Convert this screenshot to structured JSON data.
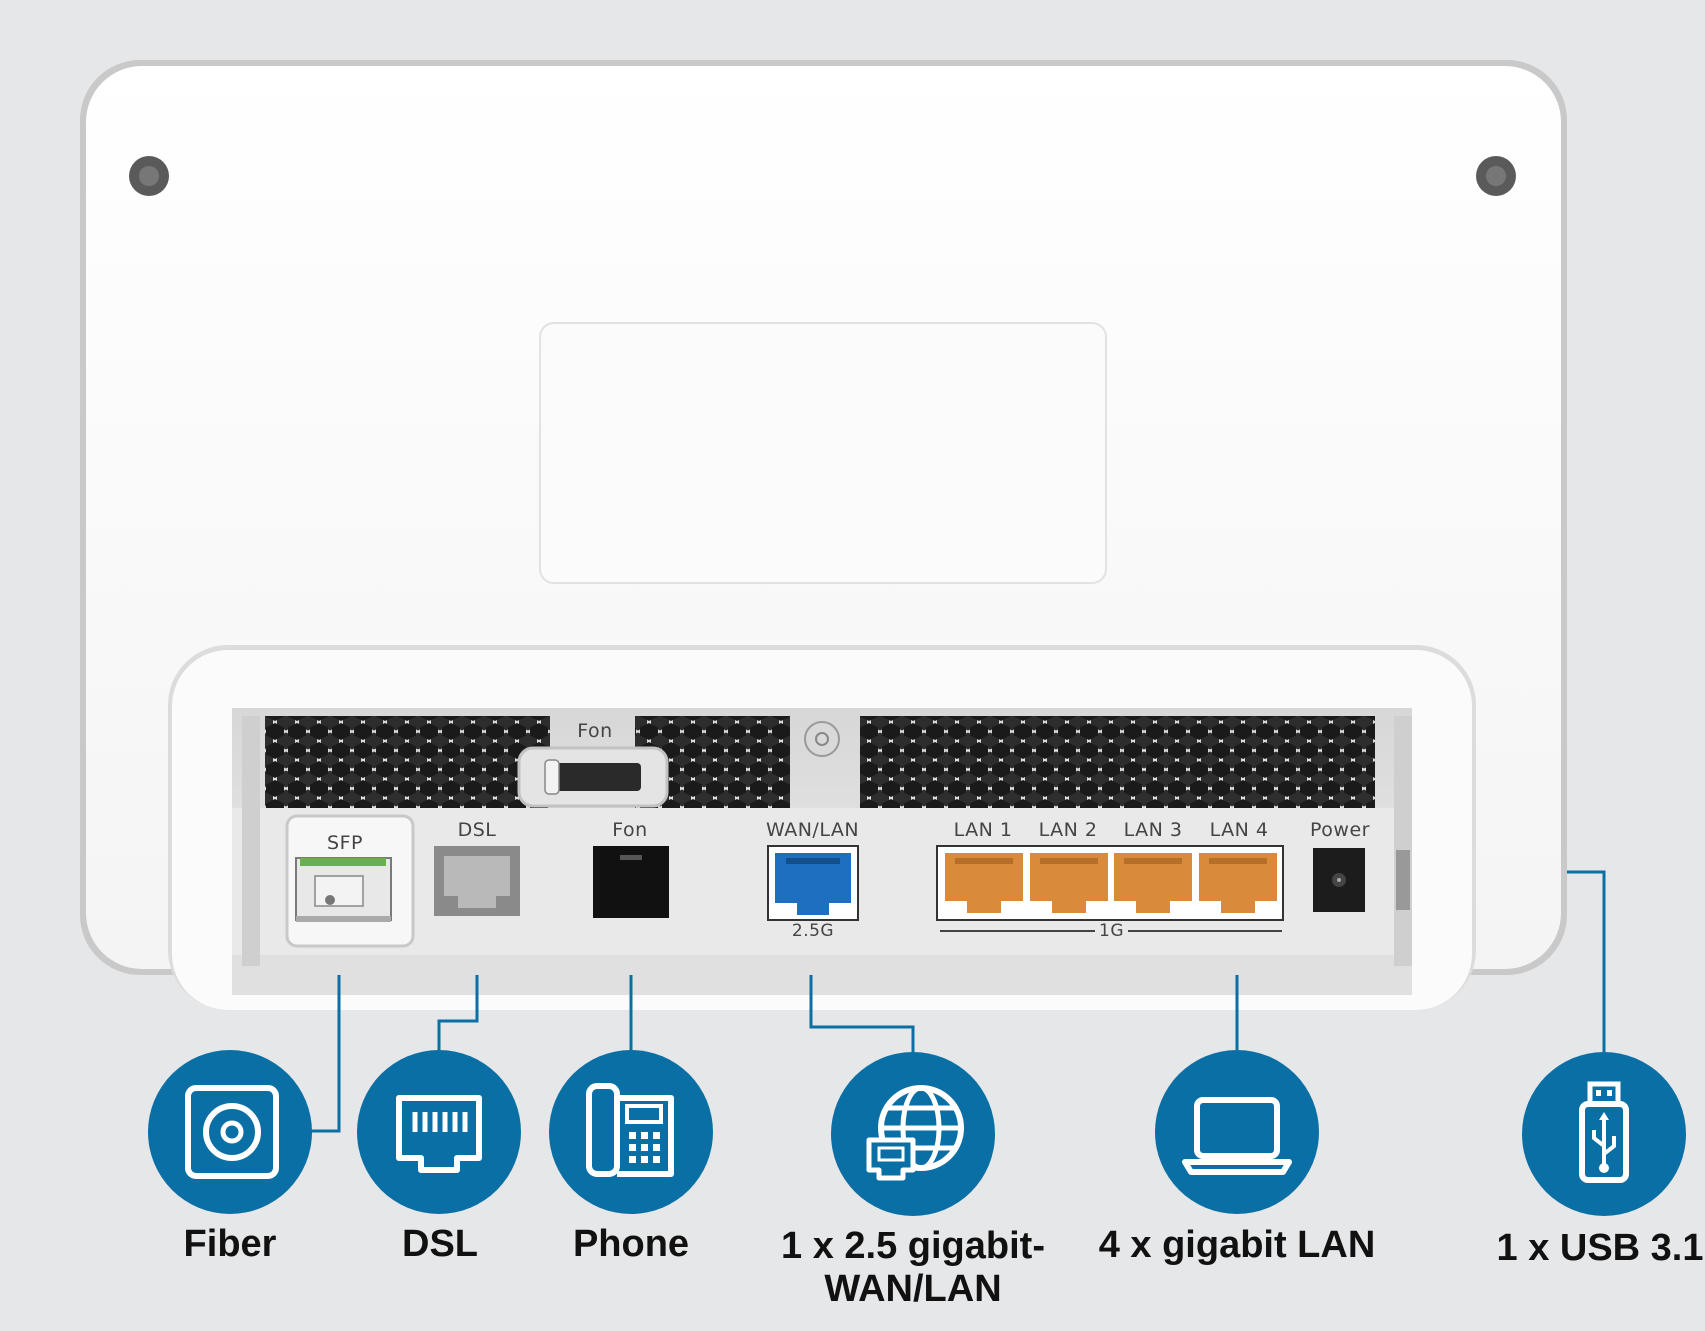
{
  "port_labels": {
    "fon_top": "Fon",
    "sfp": "SFP",
    "dsl": "DSL",
    "fon": "Fon",
    "wan_lan": "WAN/LAN",
    "wan_speed": "2.5G",
    "lan1": "LAN 1",
    "lan2": "LAN 2",
    "lan3": "LAN 3",
    "lan4": "LAN 4",
    "lan_speed": "1G",
    "power": "Power"
  },
  "features": [
    {
      "label": "Fiber",
      "icon": "fiber-optic-icon"
    },
    {
      "label": "DSL",
      "icon": "ethernet-port-icon"
    },
    {
      "label": "Phone",
      "icon": "desk-phone-icon"
    },
    {
      "label_line1": "1 x 2.5 gigabit-",
      "label_line2": "WAN/LAN",
      "icon": "globe-network-icon"
    },
    {
      "label": "4 x gigabit LAN",
      "icon": "laptop-icon"
    },
    {
      "label": "1 x USB 3.1",
      "icon": "usb-stick-icon"
    }
  ],
  "colors": {
    "background": "#e6e7e8",
    "router_white": "#ffffff",
    "accent_blue": "#0a6fa4",
    "lan_orange": "#d98a3a",
    "wan_blue": "#1e6fc0"
  }
}
